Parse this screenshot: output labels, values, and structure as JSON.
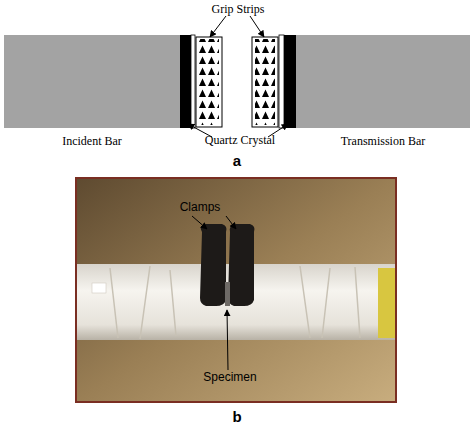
{
  "diagram": {
    "nodes": [
      {
        "text": [
          "Incident Bar"
        ]
      },
      {
        "text": [
          "Transmission Bar"
        ]
      }
    ],
    "labels": [
      "Grip Strips",
      "Quartz Crystal",
      "a",
      "Clamps",
      "Specimen",
      "b"
    ]
  }
}
